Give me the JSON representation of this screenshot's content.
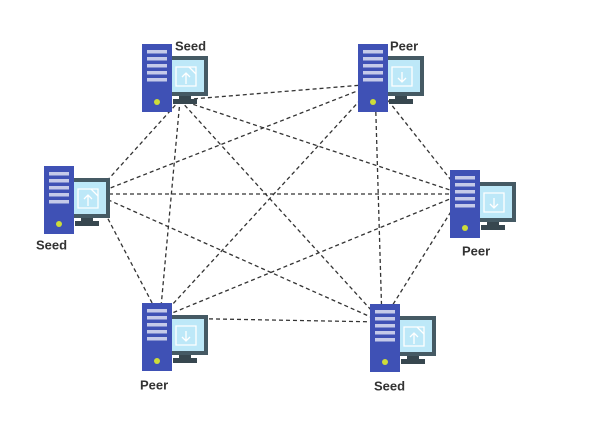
{
  "colors": {
    "tower": "#3f51b5",
    "tower_slot": "#c5cae9",
    "led": "#cddc39",
    "monitor_frame": "#455a64",
    "monitor_screen": "#bde8f8",
    "monitor_icon": "#ffffff",
    "stand": "#37474f",
    "link": "#333333",
    "label": "#333333"
  },
  "nodes": [
    {
      "id": "seed-top",
      "label": "Seed",
      "role": "seed",
      "screen_icon": "upload-icon"
    },
    {
      "id": "peer-top",
      "label": "Peer",
      "role": "peer",
      "screen_icon": "download-icon"
    },
    {
      "id": "seed-left",
      "label": "Seed",
      "role": "seed",
      "screen_icon": "upload-icon"
    },
    {
      "id": "peer-right",
      "label": "Peer",
      "role": "peer",
      "screen_icon": "download-icon"
    },
    {
      "id": "peer-bottom",
      "label": "Peer",
      "role": "peer",
      "screen_icon": "download-icon"
    },
    {
      "id": "seed-bottom",
      "label": "Seed",
      "role": "seed",
      "screen_icon": "upload-icon"
    }
  ],
  "connections": [
    [
      "seed-top",
      "peer-top"
    ],
    [
      "seed-top",
      "seed-left"
    ],
    [
      "seed-top",
      "peer-right"
    ],
    [
      "seed-top",
      "peer-bottom"
    ],
    [
      "seed-top",
      "seed-bottom"
    ],
    [
      "peer-top",
      "seed-left"
    ],
    [
      "peer-top",
      "peer-right"
    ],
    [
      "peer-top",
      "peer-bottom"
    ],
    [
      "peer-top",
      "seed-bottom"
    ],
    [
      "seed-left",
      "peer-right"
    ],
    [
      "seed-left",
      "peer-bottom"
    ],
    [
      "seed-left",
      "seed-bottom"
    ],
    [
      "peer-right",
      "peer-bottom"
    ],
    [
      "peer-right",
      "seed-bottom"
    ],
    [
      "peer-bottom",
      "seed-bottom"
    ]
  ]
}
